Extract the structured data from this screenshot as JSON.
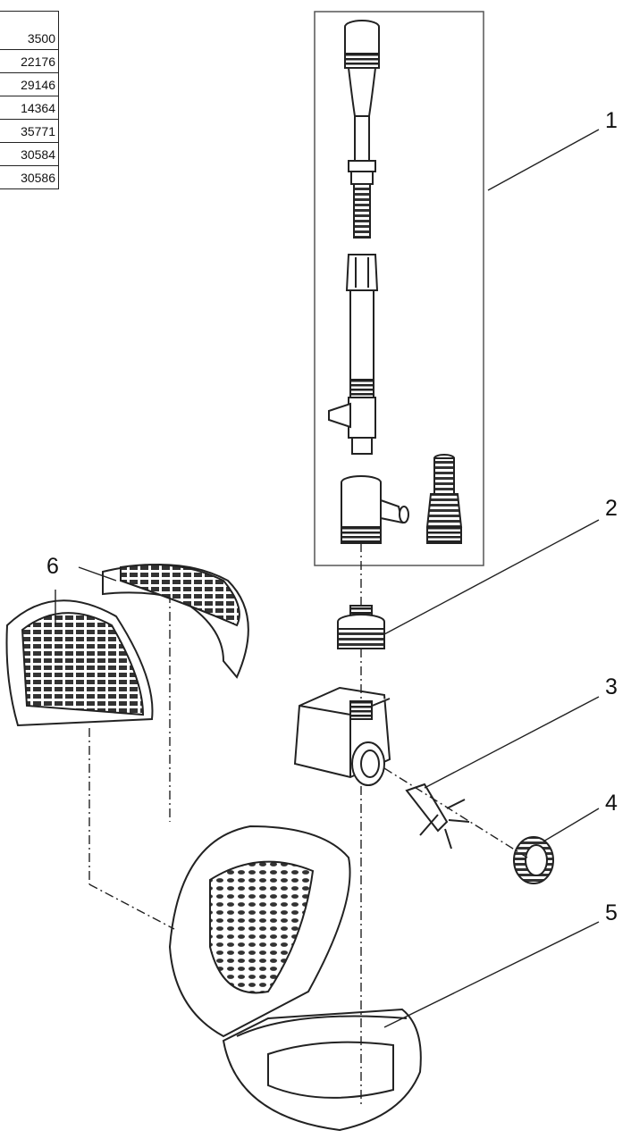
{
  "part_numbers": [
    "3500",
    "22176",
    "29146",
    "14364",
    "35771",
    "30584",
    "30586"
  ],
  "callouts": [
    "1",
    "2",
    "3",
    "4",
    "5",
    "6"
  ],
  "line_color": "#222222",
  "kit_frame_color": "#555555"
}
